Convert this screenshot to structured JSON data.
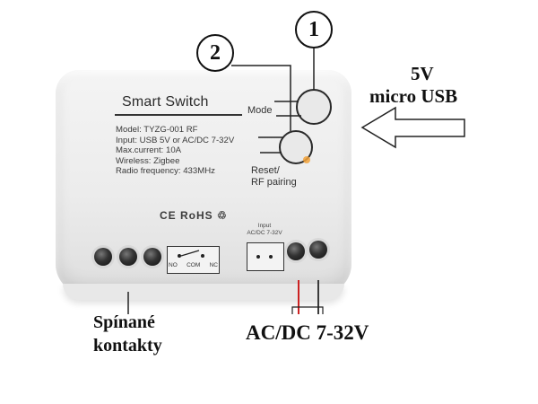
{
  "device": {
    "title": "Smart Switch",
    "specs": [
      "Model:  TYZG-001 RF",
      "Input: USB 5V or AC/DC 7-32V",
      "Max.current:  10A",
      "Wireless: Zigbee",
      "Radio frequency:  433MHz"
    ],
    "certifications": "CE RoHS ♲",
    "mode_label": "Mode",
    "reset_label_line1": "Reset/",
    "reset_label_line2": "RF pairing",
    "input_label_line1": "Input",
    "input_label_line2": "AC/DC 7-32V",
    "relay_labels": [
      "NO",
      "COM",
      "NC"
    ]
  },
  "callouts": {
    "one": "1",
    "two": "2"
  },
  "annotations": {
    "usb_voltage": "5V",
    "usb_label": "micro USB",
    "contacts_line1": "Spínané",
    "contacts_line2": "kontakty",
    "power_label": "AC/DC 7-32V"
  },
  "colors": {
    "wire_red": "#cc2222",
    "wire_dark": "#3a3a3a",
    "led_amber": "#f2a23a"
  },
  "icons": [
    "recycle-icon",
    "arrow-left-icon",
    "screw-terminal-icon",
    "button-icon"
  ]
}
